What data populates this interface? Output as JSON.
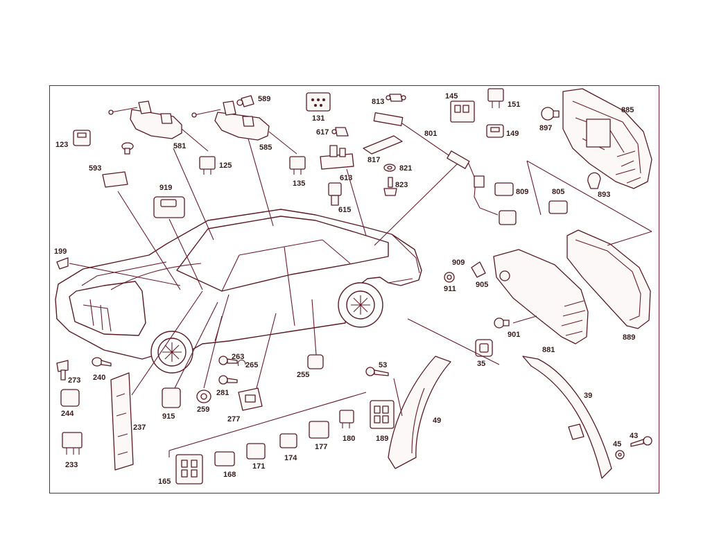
{
  "labels": {
    "l589": "589",
    "l131": "131",
    "l813": "813",
    "l145": "145",
    "l151": "151",
    "l885": "885",
    "l897": "897",
    "l149": "149",
    "l123": "123",
    "l581": "581",
    "l585": "585",
    "l617": "617",
    "l801": "801",
    "l125": "125",
    "l817": "817",
    "l821": "821",
    "l135": "135",
    "l613": "613",
    "l593": "593",
    "l823": "823",
    "l809": "809",
    "l805": "805",
    "l893": "893",
    "l919": "919",
    "l615": "615",
    "l199": "199",
    "l909": "909",
    "l911": "911",
    "l905": "905",
    "l901": "901",
    "l881": "881",
    "l889": "889",
    "l273": "273",
    "l240": "240",
    "l263": "263",
    "l265": "265",
    "l255": "255",
    "l53": "53",
    "l35": "35",
    "l39": "39",
    "l281": "281",
    "l244": "244",
    "l237": "237",
    "l915": "915",
    "l259": "259",
    "l277": "277",
    "l49": "49",
    "l43": "43",
    "l45": "45",
    "l233": "233",
    "l189": "189",
    "l180": "180",
    "l177": "177",
    "l174": "174",
    "l171": "171",
    "l168": "168",
    "l165": "165"
  },
  "colors": {
    "line": "#6a1a2a",
    "frame": "#7a1f2e",
    "text": "#3a1a1a"
  },
  "icons": [
    "connector-icon",
    "bulb-icon",
    "lamp-housing-icon",
    "car-body-icon",
    "screw-icon",
    "relay-icon",
    "fender-liner-icon",
    "tail-lamp-icon",
    "gasket-icon"
  ]
}
